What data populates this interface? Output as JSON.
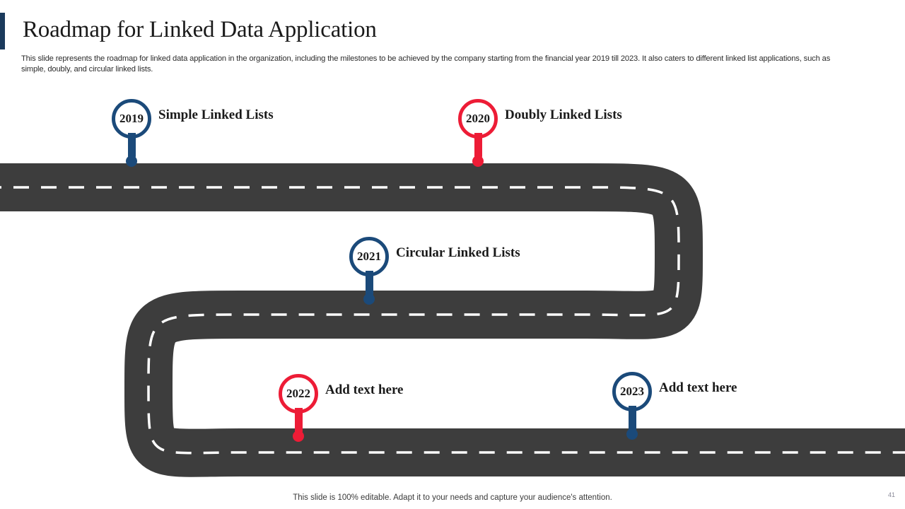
{
  "slide": {
    "title": "Roadmap for Linked Data Application",
    "subtitle": "This slide represents the roadmap for linked data application in the organization, including the milestones to be achieved by the company starting from the financial year 2019 till 2023. It also caters to different linked list applications, such as simple, doubly, and circular linked lists.",
    "footer": "This slide is 100% editable. Adapt it to your needs and capture your audience's attention.",
    "page_number": "41",
    "accent_color": "#1b3a5c",
    "road_color": "#3d3d3d",
    "road_line_color": "#ffffff"
  },
  "milestones": [
    {
      "year": "2019",
      "label": "Simple Linked Lists",
      "color": "#1b4a7a",
      "color_name": "blue"
    },
    {
      "year": "2020",
      "label": "Doubly Linked Lists",
      "color": "#ed1c36",
      "color_name": "red"
    },
    {
      "year": "2021",
      "label": "Circular Linked Lists",
      "color": "#1b4a7a",
      "color_name": "blue"
    },
    {
      "year": "2022",
      "label": "Add text here",
      "color": "#ed1c36",
      "color_name": "red"
    },
    {
      "year": "2023",
      "label": "Add text here",
      "color": "#1b4a7a",
      "color_name": "blue"
    }
  ]
}
